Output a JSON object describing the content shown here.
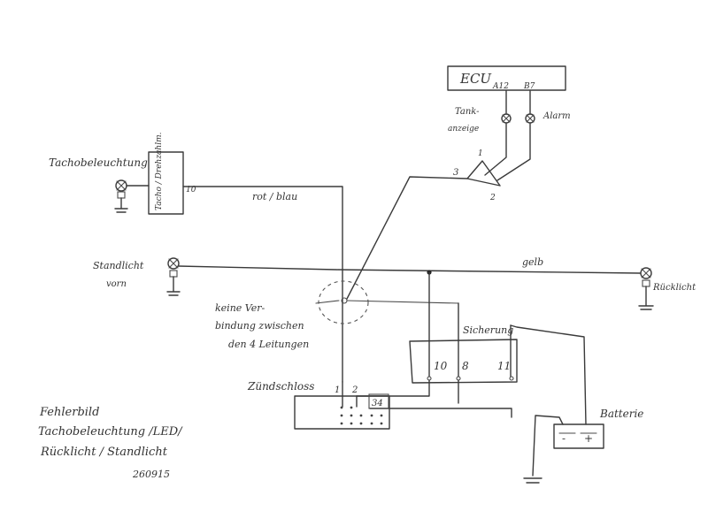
{
  "ecu": {
    "label": "ECU",
    "pin_a": "A12",
    "pin_b": "B7"
  },
  "lamps": {
    "tank": "Tank-\nanzeige",
    "alarm": "Alarm",
    "tacho": "Tachobeleuchtung",
    "standlicht_line1": "Standlicht",
    "standlicht_line2": "vorn",
    "ruecklicht": "Rücklicht"
  },
  "tacho_box": {
    "label": "Tacho / Drehzahlm.",
    "pin": "10"
  },
  "wires": {
    "rot_blau": "rot / blau",
    "gelb": "gelb"
  },
  "switch": {
    "pin1": "1",
    "pin2": "2",
    "pin3": "3"
  },
  "note": {
    "line1": "keine Ver-",
    "line2": "bindung zwischen",
    "line3": "den 4 Leitungen"
  },
  "sicherung": {
    "label": "Sicherung",
    "pins": [
      "10",
      "8",
      "11"
    ]
  },
  "zuendschloss": {
    "label": "Zündschloss",
    "pin1": "1",
    "pin2": "2",
    "pin34": "34"
  },
  "batterie": {
    "label": "Batterie",
    "minus": "-",
    "plus": "+"
  },
  "title": {
    "line1": "Fehlerbild",
    "line2": "Tachobeleuchtung /LED/",
    "line3": "Rücklicht / Standlicht",
    "date": "260915"
  }
}
